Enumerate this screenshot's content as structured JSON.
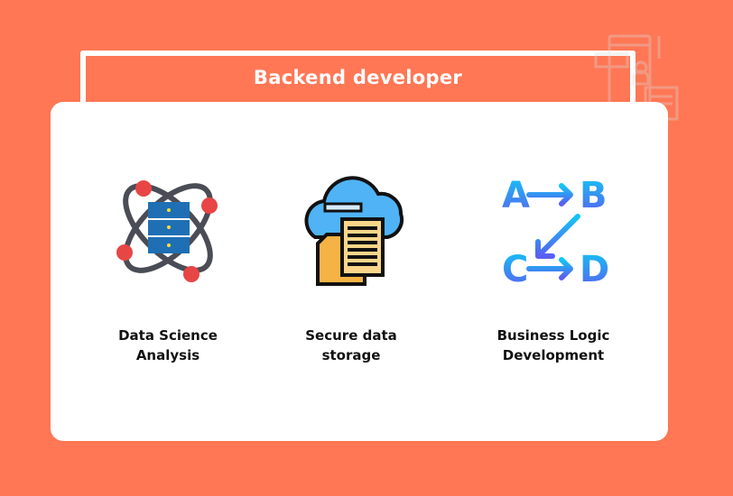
{
  "header": {
    "title": "Backend developer"
  },
  "colors": {
    "background": "#ff7755",
    "card": "#ffffff",
    "text": "#111111"
  },
  "decoration": {
    "icon": "web-pages-outline-icon"
  },
  "features": [
    {
      "icon": "atom-database-icon",
      "line1": "Data Science",
      "line2": "Analysis"
    },
    {
      "icon": "cloud-documents-icon",
      "line1": "Secure data",
      "line2": "storage"
    },
    {
      "icon": "a-b-c-d-flow-icon",
      "line1": "Business Logic",
      "line2": "Development"
    }
  ],
  "flow_letters": [
    "A",
    "B",
    "C",
    "D"
  ]
}
